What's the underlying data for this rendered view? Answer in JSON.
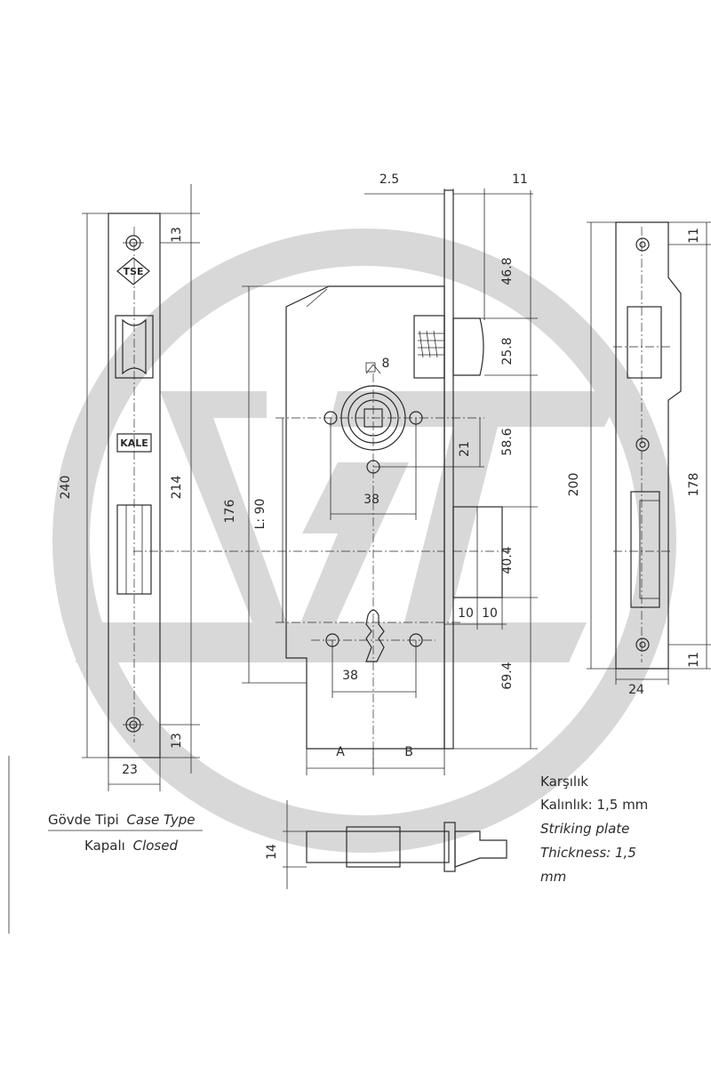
{
  "dimensions": {
    "front_height_240": "240",
    "front_214": "214",
    "front_13_top": "13",
    "front_13_bottom": "13",
    "front_width_23": "23",
    "top_2_5": "2.5",
    "top_11": "11",
    "dim_46_8": "46.8",
    "dim_25_8": "25.8",
    "dim_58_6": "58.6",
    "dim_21": "21",
    "dim_40_4": "40.4",
    "dim_69_4": "69.4",
    "dim_176": "176",
    "dim_L90": "L: 90",
    "dim_8": "8",
    "dim_38_top": "38",
    "dim_38_bottom": "38",
    "dim_10_a": "10",
    "dim_10_b": "10",
    "label_A": "A",
    "label_B": "B",
    "dim_14": "14",
    "strike_200": "200",
    "strike_178": "178",
    "strike_11_top": "11",
    "strike_11_bottom": "11",
    "strike_24": "24"
  },
  "logos": {
    "tse": "TSE",
    "kale": "KALE"
  },
  "notes": {
    "case_type_tr": "Gövde Tipi",
    "case_type_en": "Case Type",
    "closed_tr": "Kapalı",
    "closed_en": "Closed",
    "strike_line1": "Karşılık",
    "strike_line2": "Kalınlık: 1,5 mm",
    "strike_line3": "Striking plate",
    "strike_line4": "Thickness: 1,5",
    "strike_line5": "mm"
  }
}
